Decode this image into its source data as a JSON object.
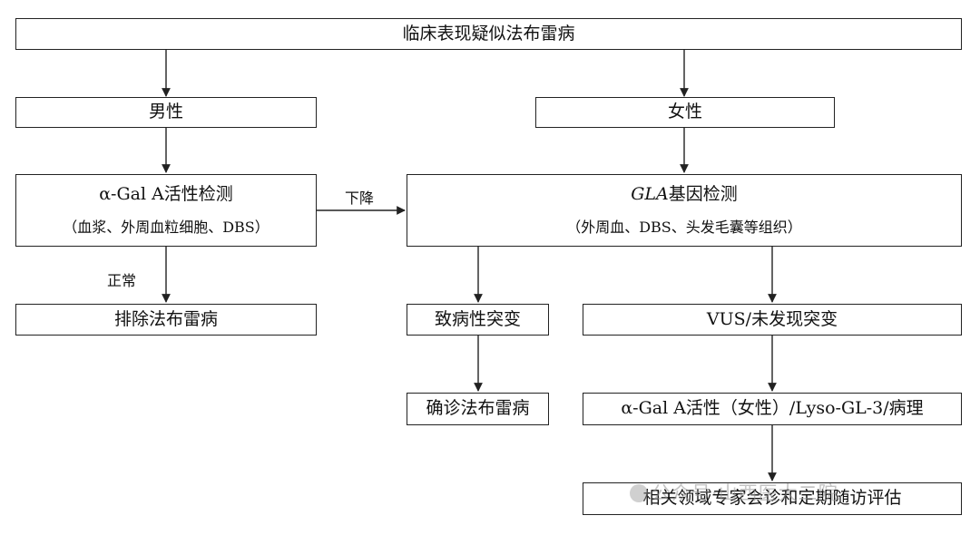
{
  "nodes": {
    "clinical": "临床表现疑似法布雷病",
    "male": "男性",
    "female": "女性",
    "enzyme_main": "α-Gal A活性检测",
    "enzyme_sub": "（血浆、外周血粒细胞、DBS）",
    "gene_main_italic": "GLA",
    "gene_main_rest": "基因检测",
    "gene_sub": "（外周血、DBS、头发毛囊等组织）",
    "exclude": "排除法布雷病",
    "pathogenic": "致病性突变",
    "vus": "VUS/未发现突变",
    "confirm": "确诊法布雷病",
    "female_followup": "α-Gal A活性（女性）/Lyso-GL-3/病理",
    "consult": "相关领域专家会诊和定期随访评估"
  },
  "edges": {
    "decrease": "下降",
    "normal": "正常"
  },
  "watermark": "公众号·山西医大二院"
}
